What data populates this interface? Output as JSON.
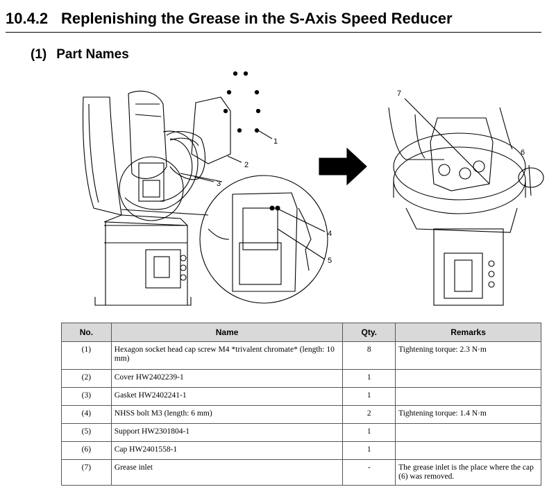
{
  "section": {
    "number": "10.4.2",
    "title": "Replenishing the Grease in the S-Axis Speed Reducer"
  },
  "subsection": {
    "number": "(1)",
    "title": "Part Names"
  },
  "figure": {
    "callouts": [
      "1",
      "2",
      "3",
      "4",
      "5",
      "6",
      "7"
    ]
  },
  "table": {
    "headers": [
      "No.",
      "Name",
      "Qty.",
      "Remarks"
    ],
    "rows": [
      {
        "no": "(1)",
        "name": "Hexagon socket head cap screw M4 *trivalent chromate* (length: 10 mm)",
        "qty": "8",
        "remarks": "Tightening torque: 2.3 N·m"
      },
      {
        "no": "(2)",
        "name": "Cover HW2402239-1",
        "qty": "1",
        "remarks": ""
      },
      {
        "no": "(3)",
        "name": "Gasket HW2402241-1",
        "qty": "1",
        "remarks": ""
      },
      {
        "no": "(4)",
        "name": "NHSS bolt M3 (length: 6 mm)",
        "qty": "2",
        "remarks": "Tightening torque: 1.4 N·m"
      },
      {
        "no": "(5)",
        "name": "Support HW2301804-1",
        "qty": "1",
        "remarks": ""
      },
      {
        "no": "(6)",
        "name": "Cap HW2401558-1",
        "qty": "1",
        "remarks": ""
      },
      {
        "no": "(7)",
        "name": "Grease inlet",
        "qty": "-",
        "remarks": "The grease inlet is the place where the cap (6) was removed."
      }
    ]
  }
}
